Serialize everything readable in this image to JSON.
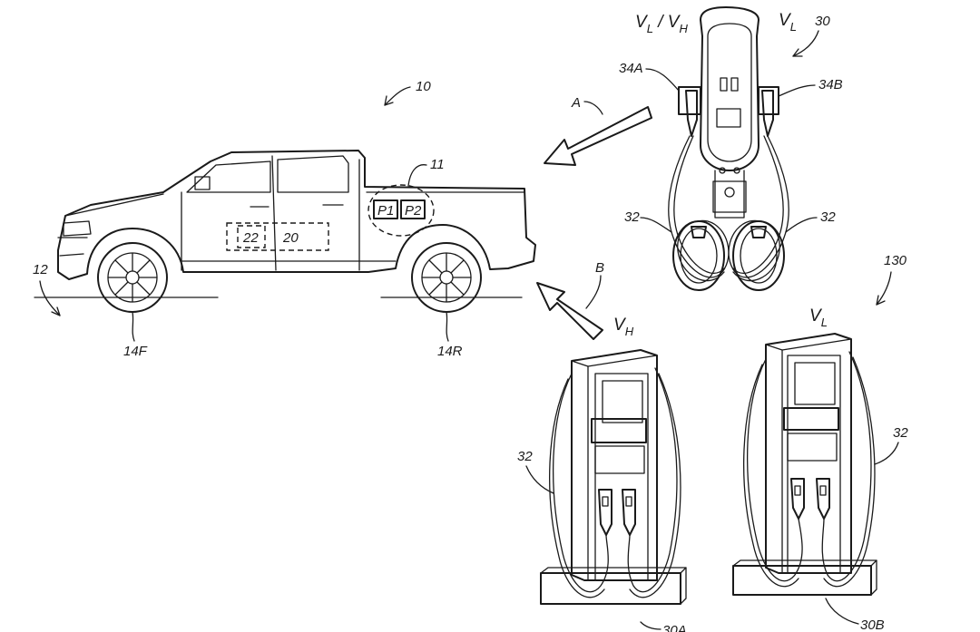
{
  "labels": {
    "vehicle_ref": "10",
    "vehicle_region_ref": "11",
    "ground_ref": "12",
    "front_wheel_ref": "14F",
    "rear_wheel_ref": "14R",
    "p1": "P1",
    "p2": "P2",
    "box_22": "22",
    "box_20": "20",
    "arrow_a": "A",
    "arrow_b": "B",
    "station_30_ref": "30",
    "station_130_ref": "130",
    "connector_34a": "34A",
    "connector_34b": "34B",
    "cable_32_left_top": "32",
    "cable_32_right_top": "32",
    "cable_32_left_bottom": "32",
    "cable_32_right_bottom": "32",
    "station_30b_ref": "30B",
    "station_30a_ref": "30A"
  },
  "voltage_labels": {
    "top_left_v1": "V",
    "top_left_s1": "L",
    "top_left_sep": " / V",
    "top_left_s2": "H",
    "top_right_v": "V",
    "top_right_s": "L",
    "high_v": "V",
    "high_s": "H",
    "low_v": "V",
    "low_s": "L"
  }
}
